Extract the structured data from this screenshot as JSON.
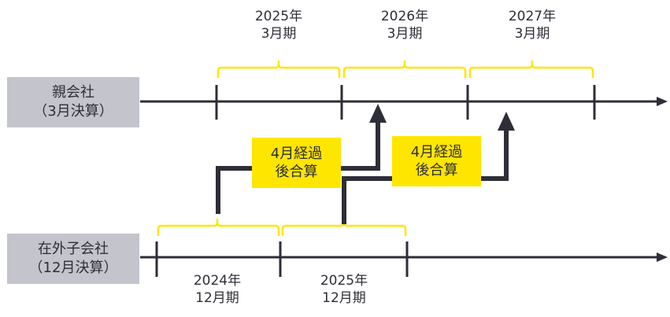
{
  "parent_company": {
    "name": "親会社",
    "fiscal_note": "（3月決算）",
    "periods": [
      {
        "year": "2025年",
        "period": "3月期"
      },
      {
        "year": "2026年",
        "period": "3月期"
      },
      {
        "year": "2027年",
        "period": "3月期"
      }
    ]
  },
  "foreign_subsidiary": {
    "name": "在外子会社",
    "fiscal_note": "（12月決算）",
    "periods": [
      {
        "year": "2024年",
        "period": "12月期"
      },
      {
        "year": "2025年",
        "period": "12月期"
      }
    ]
  },
  "consolidation_notes": [
    {
      "line1": "4月経過",
      "line2": "後合算"
    },
    {
      "line1": "4月経過",
      "line2": "後合算"
    }
  ],
  "colors": {
    "label_box": "#c4c4cd",
    "accent_yellow": "#ffe600",
    "timeline": "#2e2e38"
  }
}
